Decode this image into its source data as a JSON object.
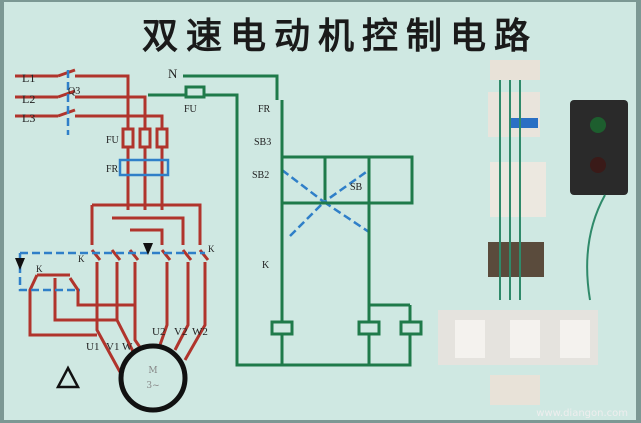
{
  "title": "双速电动机控制电路",
  "power": {
    "phases": [
      "L1",
      "L2",
      "L3"
    ],
    "switch": "Q3",
    "fuse": "FU",
    "overload": "FR",
    "contactor": "K",
    "contactor2": "K",
    "contactor3": "K"
  },
  "motor": {
    "name": "M",
    "type": "3~",
    "terminals_low": [
      "U1",
      "V1",
      "W"
    ],
    "terminals_high": [
      "U2",
      "V2",
      "W2"
    ]
  },
  "control": {
    "neutral": "N",
    "fuse": "FU",
    "overload": "FR",
    "stop": "SB3",
    "start_low": "SB2",
    "start_high": "SB",
    "interlock": "K"
  },
  "watermark": "www.diangon.com",
  "colors": {
    "power": "#b0342c",
    "control": "#1f7a4a",
    "mechanical_link": "#2f7fc8",
    "board": "#cfe8e2"
  }
}
